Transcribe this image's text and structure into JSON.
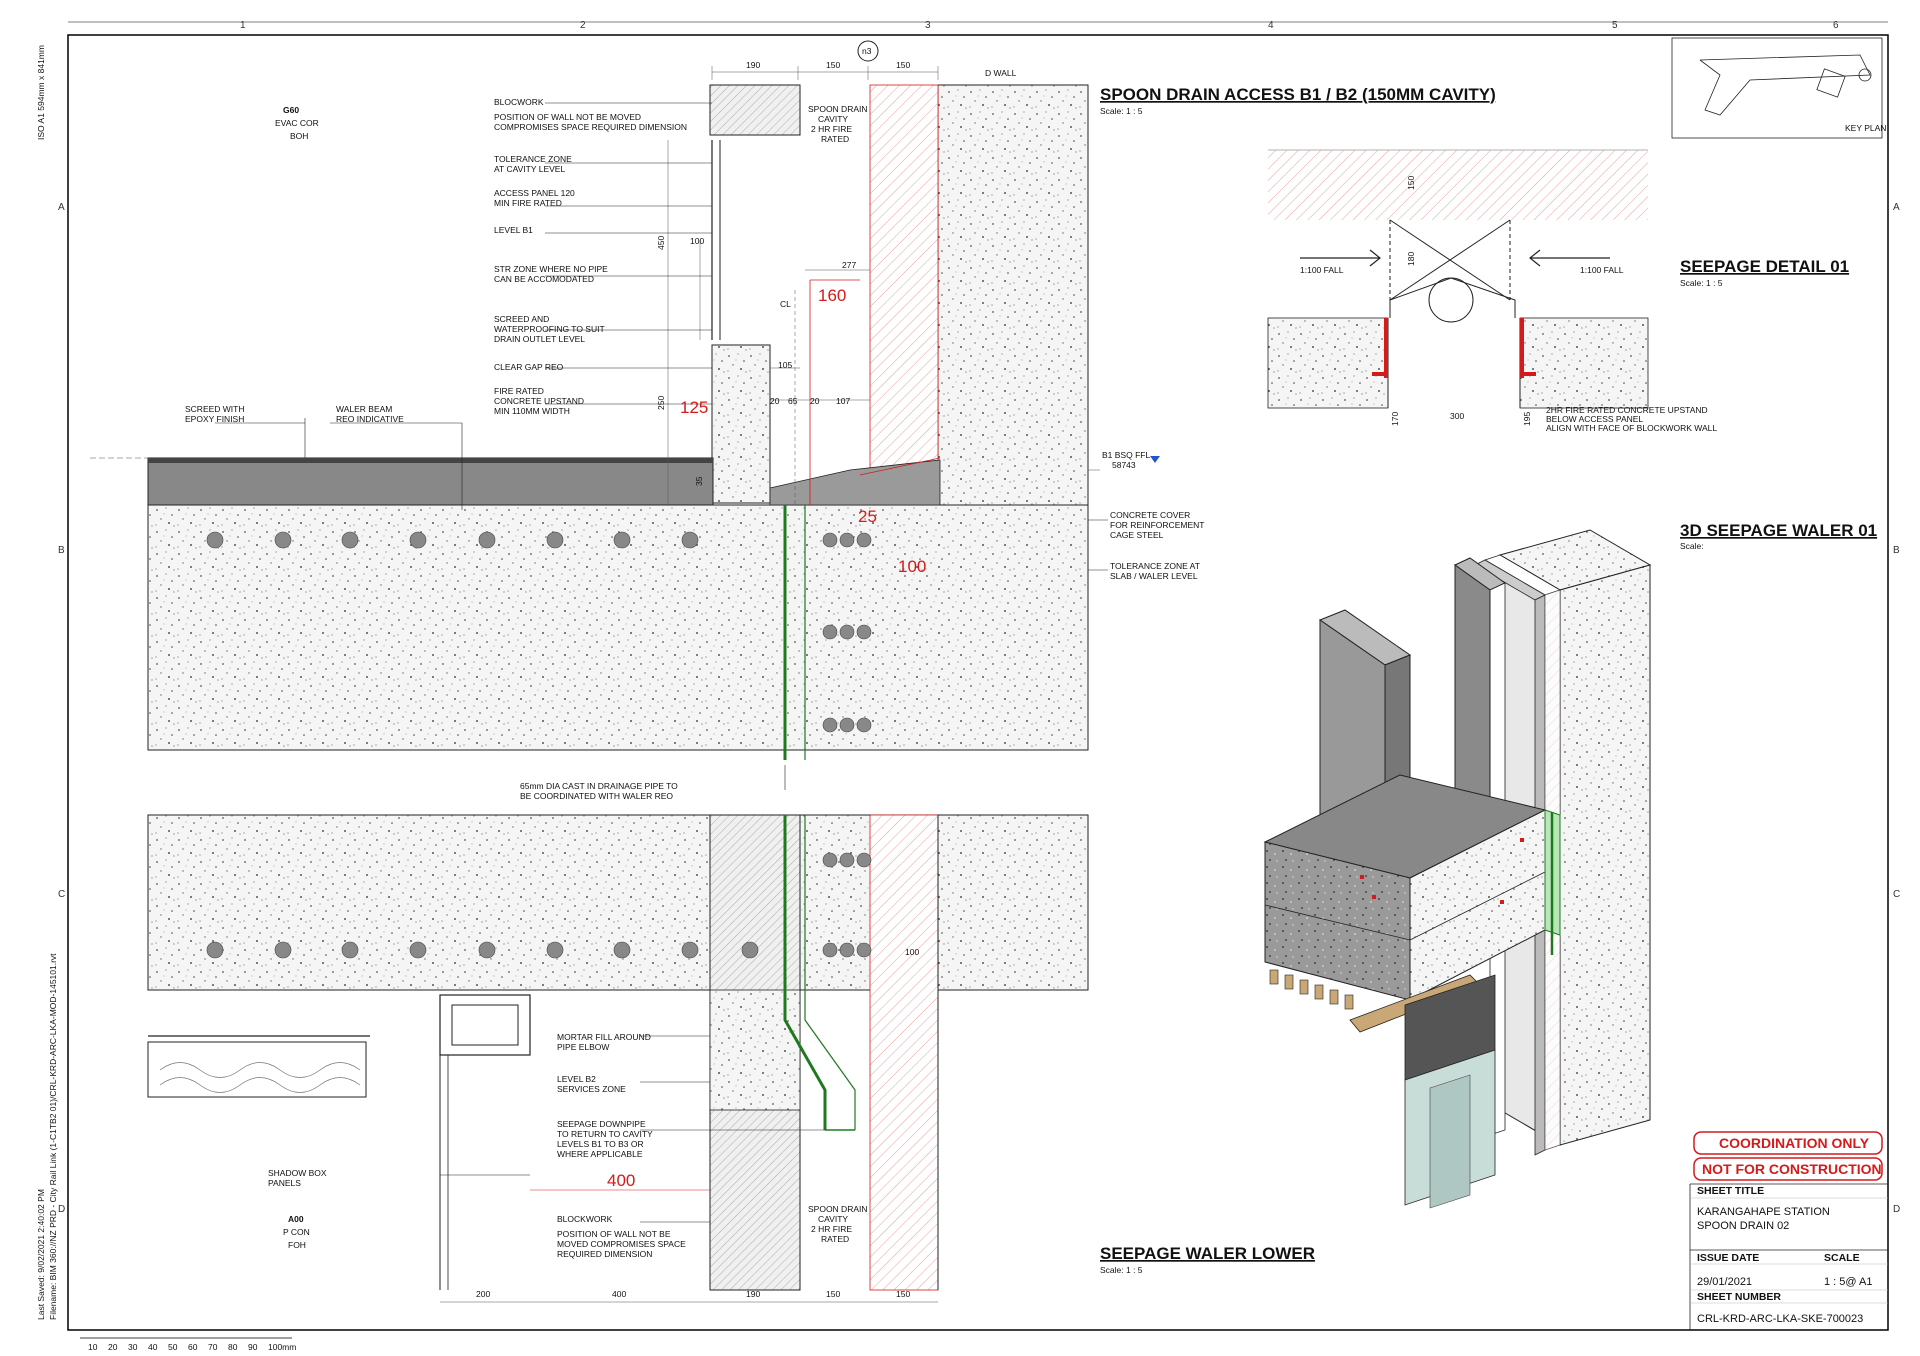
{
  "sheet": {
    "iso": "ISO A1 594mm x 841mm",
    "last_saved": "Last Saved: 9/02/2021 2:40:02 PM",
    "filename": "Filename: BIM 360://NZ PRD - City Rail Link (1-C1TB2 01)/CRL-KRD-ARC-LKA-MOD-145101.rvt",
    "col_numbers": [
      "1",
      "2",
      "3",
      "4",
      "5",
      "6"
    ],
    "row_letters": [
      "A",
      "B",
      "C",
      "D"
    ],
    "scale_bar": [
      "10",
      "20",
      "30",
      "40",
      "50",
      "60",
      "70",
      "80",
      "90",
      "100mm"
    ]
  },
  "views": {
    "main_title": "SPOON DRAIN ACCESS B1 / B2 (150MM CAVITY)",
    "main_scale": "Scale:  1 : 5",
    "seepage_title": "SEEPAGE DETAIL 01",
    "seepage_scale": "Scale:  1 : 5",
    "waler3d_title": "3D SEEPAGE WALER 01",
    "waler3d_scale": "Scale:",
    "lower_title": "SEEPAGE WALER LOWER",
    "lower_scale": "Scale:  1 : 5",
    "key_plan": "KEY PLAN",
    "marker": "n3"
  },
  "labels": {
    "g60": "G60",
    "evac": "EVAC COR",
    "boh": "BOH",
    "a00": "A00",
    "pcon": "P CON",
    "foh": "FOH",
    "dwall": "D WALL",
    "spoon_top_1": "SPOON DRAIN",
    "spoon_top_2": "CAVITY",
    "spoon_top_3": "2 HR FIRE",
    "spoon_top_4": "RATED",
    "spoon_bot_1": "SPOON DRAIN",
    "spoon_bot_2": "CAVITY",
    "spoon_bot_3": "2 HR FIRE",
    "spoon_bot_4": "RATED",
    "blockwork_1": "BLOCWORK",
    "blockwork_2": "POSITION OF WALL NOT BE MOVED",
    "blockwork_3": "COMPROMISES SPACE REQUIRED DIMENSION",
    "tol_1": "TOLERANCE ZONE",
    "tol_2": "AT CAVITY LEVEL",
    "access_1": "ACCESS PANEL 120",
    "access_2": "MIN FIRE RATED",
    "level_b1": "LEVEL B1",
    "str_1": "STR ZONE WHERE NO PIPE",
    "str_2": "CAN BE ACCOMODATED",
    "screed_1": "SCREED AND",
    "screed_2": "WATERPROOFING TO SUIT",
    "screed_3": "DRAIN OUTLET LEVEL",
    "clear": "CLEAR GAP REO",
    "fire_1": "FIRE RATED",
    "fire_2": "CONCRETE UPSTAND",
    "fire_3": "MIN 110MM WIDTH",
    "screed_epoxy_1": "SCREED WITH",
    "screed_epoxy_2": "EPOXY FINISH",
    "waler_1": "WALER BEAM",
    "waler_2": "REO INDICATIVE",
    "ffl_1": "B1 BSQ FFL",
    "ffl_2": "58743",
    "cover_1": "CONCRETE COVER",
    "cover_2": "FOR REINFORCEMENT",
    "cover_3": "CAGE STEEL",
    "tol2_1": "TOLERANCE ZONE AT",
    "tol2_2": "SLAB / WALER LEVEL",
    "pipe_1": "65mm DIA CAST IN DRAINAGE PIPE TO",
    "pipe_2": "BE COORDINATED WITH WALER REO",
    "mortar_1": "MORTAR FILL AROUND",
    "mortar_2": "PIPE ELBOW",
    "level_b2_1": "LEVEL B2",
    "level_b2_2": "SERVICES ZONE",
    "down_1": "SEEPAGE DOWNPIPE",
    "down_2": "TO RETURN TO CAVITY",
    "down_3": "LEVELS B1 TO B3 OR",
    "down_4": "WHERE APPLICABLE",
    "shadow_1": "SHADOW BOX",
    "shadow_2": "PANELS",
    "blk2_1": "BLOCKWORK",
    "blk2_2": "POSITION OF WALL NOT BE",
    "blk2_3": "MOVED COMPROMISES SPACE",
    "blk2_4": "REQUIRED DIMENSION",
    "cl": "CL",
    "fall_l": "1:100 FALL",
    "fall_r": "1:100 FALL",
    "upst_1": "2HR FIRE RATED CONCRETE UPSTAND",
    "upst_2": "BELOW ACCESS PANEL",
    "upst_3": "ALIGN WITH FACE OF BLOCKWORK WALL"
  },
  "dimensions": {
    "d190": "190",
    "d150a": "150",
    "d150b": "150",
    "d450": "450",
    "d100": "100",
    "d277": "277",
    "d105": "105",
    "d250": "250",
    "d20a": "20",
    "d65": "65",
    "d20b": "20",
    "d107": "107",
    "d35": "35",
    "d100b": "100",
    "b200": "200",
    "b400": "400",
    "b190": "190",
    "b150a": "150",
    "b150b": "150",
    "s150": "150",
    "s180": "180",
    "s170": "170",
    "s300": "300",
    "s195": "195",
    "r160": "160",
    "r125": "125",
    "r25": "25",
    "r100": "100",
    "r400": "400"
  },
  "title_block": {
    "stamp1": "COORDINATION ONLY",
    "stamp2": "NOT FOR CONSTRUCTION",
    "sheet_title_label": "SHEET TITLE",
    "sheet_title_1": "KARANGAHAPE STATION",
    "sheet_title_2": "SPOON DRAIN 02",
    "issue_label": "ISSUE DATE",
    "scale_label": "SCALE",
    "issue_date": "29/01/2021",
    "scale_val": "1 : 5@ A1",
    "sheet_no_label": "SHEET NUMBER",
    "sheet_no": "CRL-KRD-ARC-LKA-SKE-700023"
  },
  "colors": {
    "red": "#d41a1a",
    "green": "#1f7a1f",
    "concrete": "#f4f4f4",
    "dark": "#808080"
  }
}
